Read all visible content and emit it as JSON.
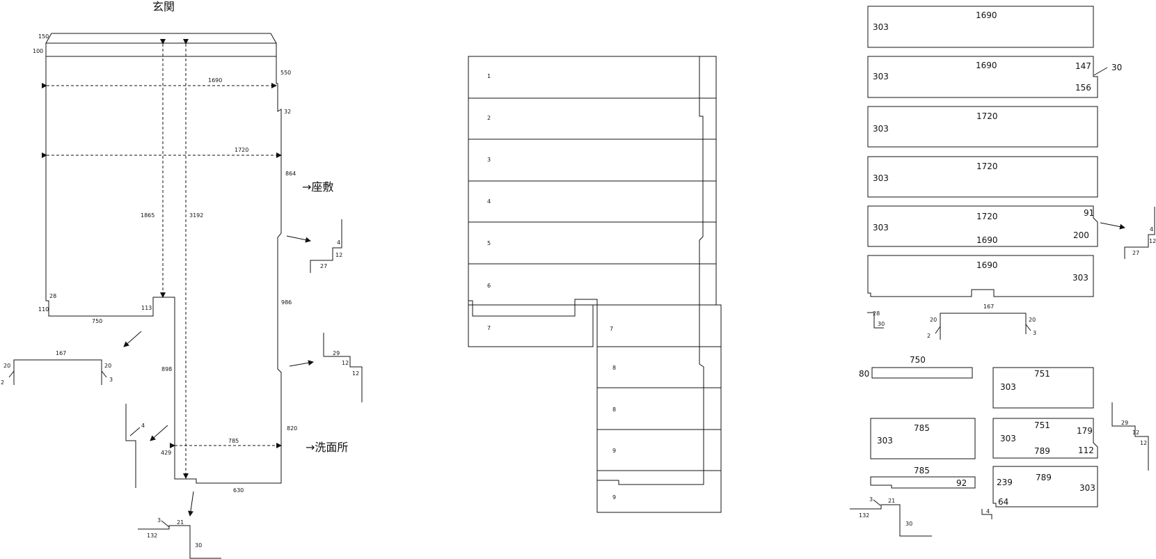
{
  "labels": {
    "entrance": "玄関",
    "to_zashiki": "→座敷",
    "to_senmenjo": "→洗面所"
  },
  "left_plan": {
    "dims": {
      "d150": "150",
      "d100": "100",
      "d550": "550",
      "d1690": "1690",
      "d32": "32",
      "d1720": "1720",
      "d864": "864",
      "d1865": "1865",
      "d3192": "3192",
      "d28": "28",
      "d110": "110",
      "d113": "113",
      "d750": "750",
      "d986": "986",
      "d898": "898",
      "d820": "820",
      "d785": "785",
      "d429": "429",
      "d630": "630"
    },
    "details": {
      "step_right_top": [
        "4",
        "12",
        "27"
      ],
      "cap": [
        "167",
        "20",
        "20",
        "2",
        "3"
      ],
      "step_right_mid": [
        "29",
        "12",
        "12"
      ],
      "small_notch": "4",
      "bottom_step": [
        "3",
        "21",
        "132",
        "30"
      ]
    }
  },
  "board_layout": {
    "rows_left": [
      "1",
      "2",
      "3",
      "4",
      "5",
      "6",
      "7"
    ],
    "rows_right": [
      "7",
      "8",
      "8",
      "9",
      "9"
    ]
  },
  "cut_list": {
    "boards": [
      {
        "top": "1690",
        "left": "303"
      },
      {
        "top": "1690",
        "left": "303",
        "right_top": "147",
        "right_bottom": "156",
        "note": "30"
      },
      {
        "top": "1720",
        "left": "303"
      },
      {
        "top": "1720",
        "left": "303"
      },
      {
        "top": "1720",
        "left": "303",
        "right_top": "91",
        "right_bottom": "200",
        "bottom": "1690"
      },
      {
        "top": "1690",
        "right": "303"
      }
    ],
    "notch_detail": [
      "28",
      "30"
    ],
    "cap_detail": [
      "167",
      "20",
      "20",
      "2",
      "3"
    ],
    "step_detail_top": [
      "4",
      "12",
      "27"
    ],
    "strip": {
      "label": "750",
      "side": "80"
    },
    "board_751a": {
      "top": "751",
      "left": "303"
    },
    "board_785a": {
      "top": "785",
      "left": "303"
    },
    "board_751b": {
      "top": "751",
      "left": "303",
      "bottom": "789",
      "right_top": "179",
      "right_bottom": "112"
    },
    "strip_785": {
      "label": "785",
      "right": "92"
    },
    "board_789": {
      "top": "789",
      "left": "239",
      "right": "303",
      "bottom_left": "64"
    },
    "step_detail_mid": [
      "29",
      "12",
      "12"
    ],
    "bottom_step": [
      "3",
      "21",
      "132",
      "30"
    ],
    "small_notch": "4"
  }
}
